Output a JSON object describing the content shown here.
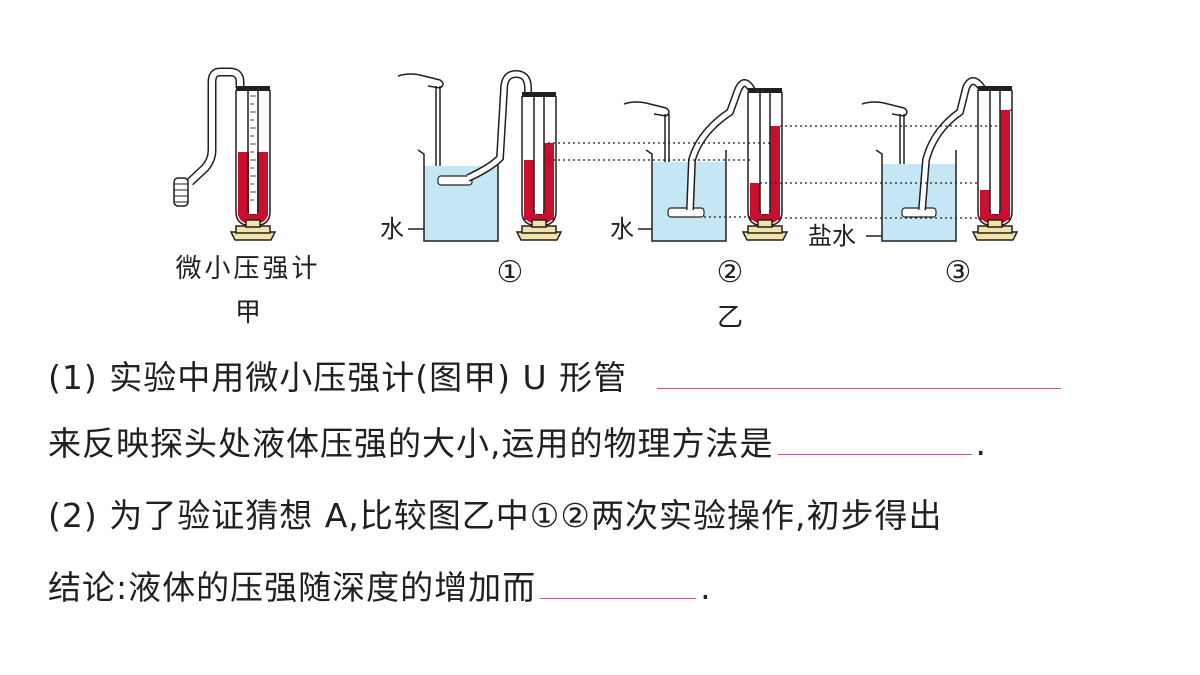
{
  "figure": {
    "jia": {
      "line1": "微小压强计",
      "line2": "甲"
    },
    "labels": {
      "water1": "水",
      "water2": "水",
      "brine": "盐水"
    },
    "circled": [
      "①",
      "②",
      "③"
    ],
    "yi": "乙",
    "colors": {
      "liquid": "#c8102e",
      "water": "#c5e6f5",
      "line": "#231f20"
    }
  },
  "questions": {
    "q1_line1": "(1) 实验中用微小压强计(图甲) U 形管",
    "q1_line2": "来反映探头处液体压强的大小,运用的物理方法是",
    "q1_end": ".",
    "q2_line1": "(2) 为了验证猜想 A,比较图乙中①②两次实验操作,初步得出",
    "q2_line2": "结论:液体的压强随深度的增加而",
    "q2_end": "."
  }
}
